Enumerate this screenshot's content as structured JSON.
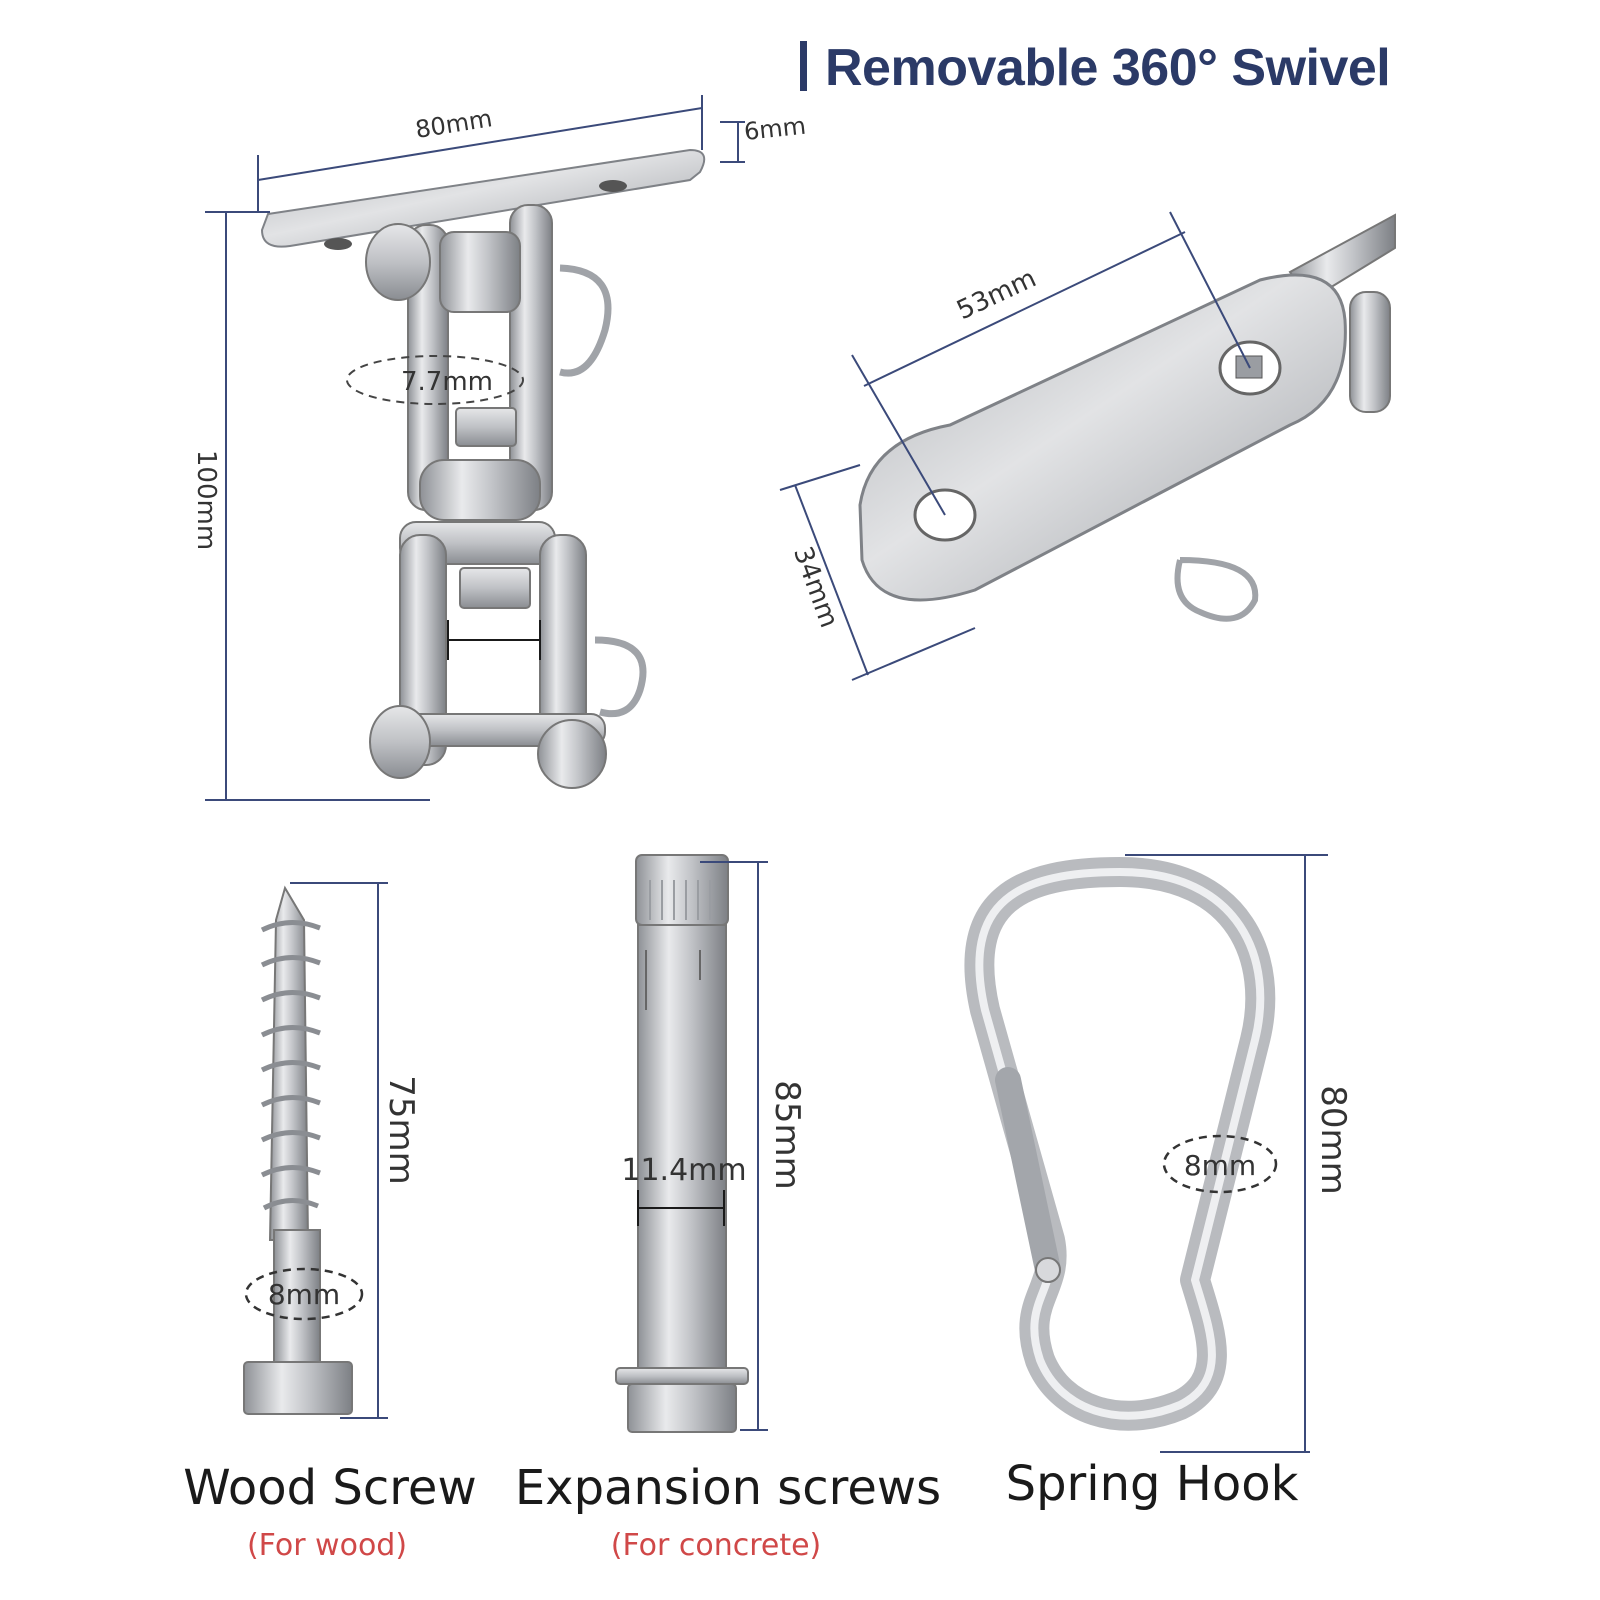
{
  "title": "Removable 360° Swivel",
  "swivel": {
    "plate_length": "80mm",
    "plate_thickness": "6mm",
    "total_height": "100mm",
    "pin_diameter": "7.7mm",
    "plate_hole_spacing": "53mm",
    "plate_width": "34mm"
  },
  "wood_screw": {
    "name": "Wood Screw",
    "use": "(For wood)",
    "length": "75mm",
    "diameter": "8mm"
  },
  "expansion_screw": {
    "name": "Expansion screws",
    "use": "(For concrete)",
    "length": "85mm",
    "diameter": "11.4mm"
  },
  "spring_hook": {
    "name": "Spring Hook",
    "length": "80mm",
    "diameter": "8mm"
  },
  "colors": {
    "title": "#2b3a67",
    "subtitle": "#d04848",
    "dimension_line": "#3b4a7a",
    "metal": "#c9cbcf"
  }
}
